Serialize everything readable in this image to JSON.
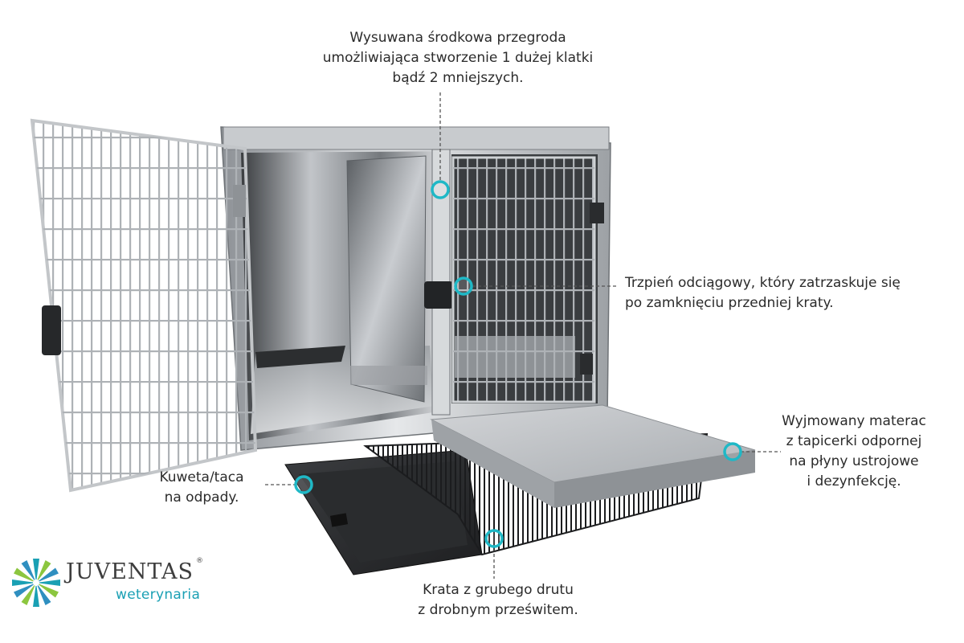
{
  "callouts": {
    "partition": [
      "Wysuwana środkowa przegroda",
      "umożliwiająca stworzenie 1 dużej klatki",
      "bądź 2 mniejszych."
    ],
    "latch": [
      "Trzpień odciągowy, który zatrzaskuje się",
      "po zamknięciu przedniej kraty."
    ],
    "mattress": [
      "Wyjmowany materac",
      "z tapicerki odpornej",
      "na płyny ustrojowe",
      "i dezynfekcję."
    ],
    "tray": [
      "Kuweta/taca",
      "na odpady."
    ],
    "grate": [
      "Krata z grubego drutu",
      "z drobnym prześwitem."
    ]
  },
  "logo": {
    "name": "JUVENTAS",
    "reg": "®",
    "sub": "weterynaria"
  },
  "colors": {
    "marker": "#1fb8c6",
    "steel": "#b9bcbf",
    "plastic": "#2d2f31",
    "mattress": "#bfc2c5"
  }
}
